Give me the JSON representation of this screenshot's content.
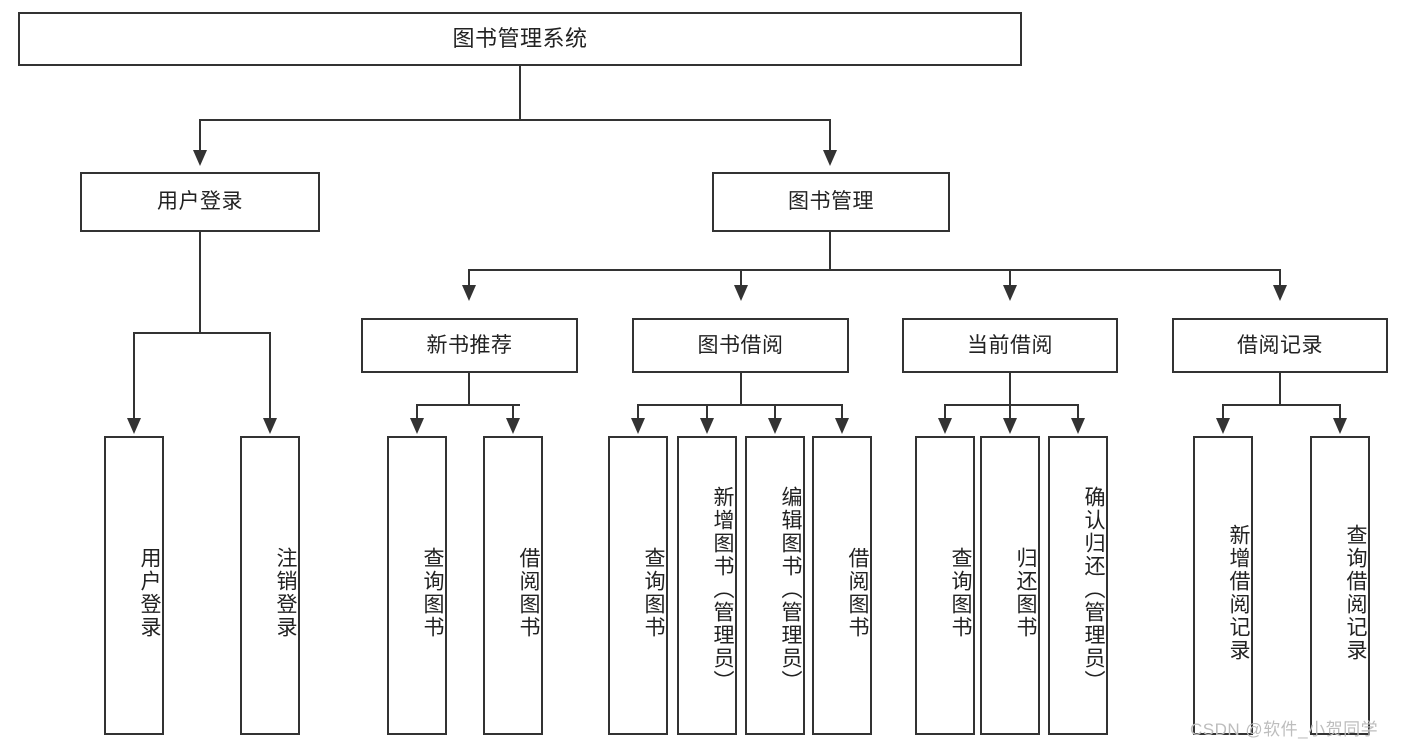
{
  "diagram": {
    "title": "图书管理系统",
    "type": "hierarchy-tree",
    "root": {
      "label": "图书管理系统"
    },
    "level2": [
      {
        "label": "用户登录"
      },
      {
        "label": "图书管理"
      }
    ],
    "level3": [
      {
        "label": "新书推荐"
      },
      {
        "label": "图书借阅"
      },
      {
        "label": "当前借阅"
      },
      {
        "label": "借阅记录"
      }
    ],
    "leaves": {
      "user_login": [
        {
          "label": "用户登录"
        },
        {
          "label": "注销登录"
        }
      ],
      "new_book_recommend": [
        {
          "label": "查询图书"
        },
        {
          "label": "借阅图书"
        }
      ],
      "book_borrow": [
        {
          "label": "查询图书"
        },
        {
          "label": "新增图书（管理员）"
        },
        {
          "label": "编辑图书（管理员）"
        },
        {
          "label": "借阅图书"
        }
      ],
      "current_borrow": [
        {
          "label": "查询图书"
        },
        {
          "label": "归还图书"
        },
        {
          "label": "确认归还（管理员）"
        }
      ],
      "borrow_record": [
        {
          "label": "新增借阅记录"
        },
        {
          "label": "查询借阅记录"
        }
      ]
    }
  },
  "watermark": {
    "text": "CSDN @软件_小贺同学"
  },
  "colors": {
    "stroke": "#333333",
    "background": "#ffffff",
    "text": "#222222",
    "watermark": "#bdbdbd"
  }
}
